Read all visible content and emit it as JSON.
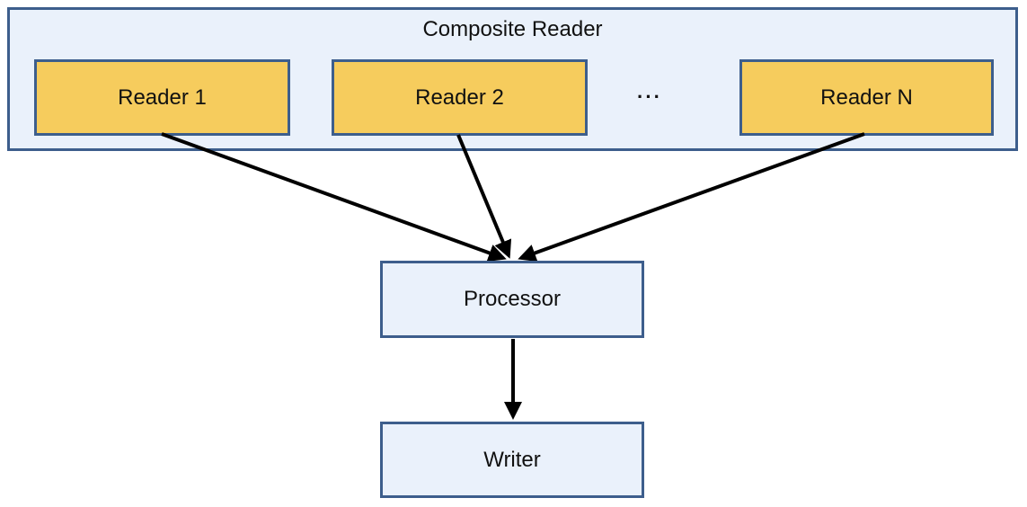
{
  "diagram": {
    "title": "Composite Reader",
    "nodes": {
      "reader1": {
        "label": "Reader 1"
      },
      "reader2": {
        "label": "Reader 2"
      },
      "readerN": {
        "label": "Reader N"
      },
      "processor": {
        "label": "Processor"
      },
      "writer": {
        "label": "Writer"
      }
    },
    "ellipsis": "···",
    "edges": [
      {
        "from": "Reader 1",
        "to": "Processor"
      },
      {
        "from": "Reader 2",
        "to": "Processor"
      },
      {
        "from": "Reader N",
        "to": "Processor"
      },
      {
        "from": "Processor",
        "to": "Writer"
      }
    ],
    "colors": {
      "box_border": "#3d5e8c",
      "container_fill": "#eaf1fb",
      "reader_fill": "#f6cc5d",
      "node_fill": "#eaf1fb",
      "arrow": "#000000"
    }
  }
}
